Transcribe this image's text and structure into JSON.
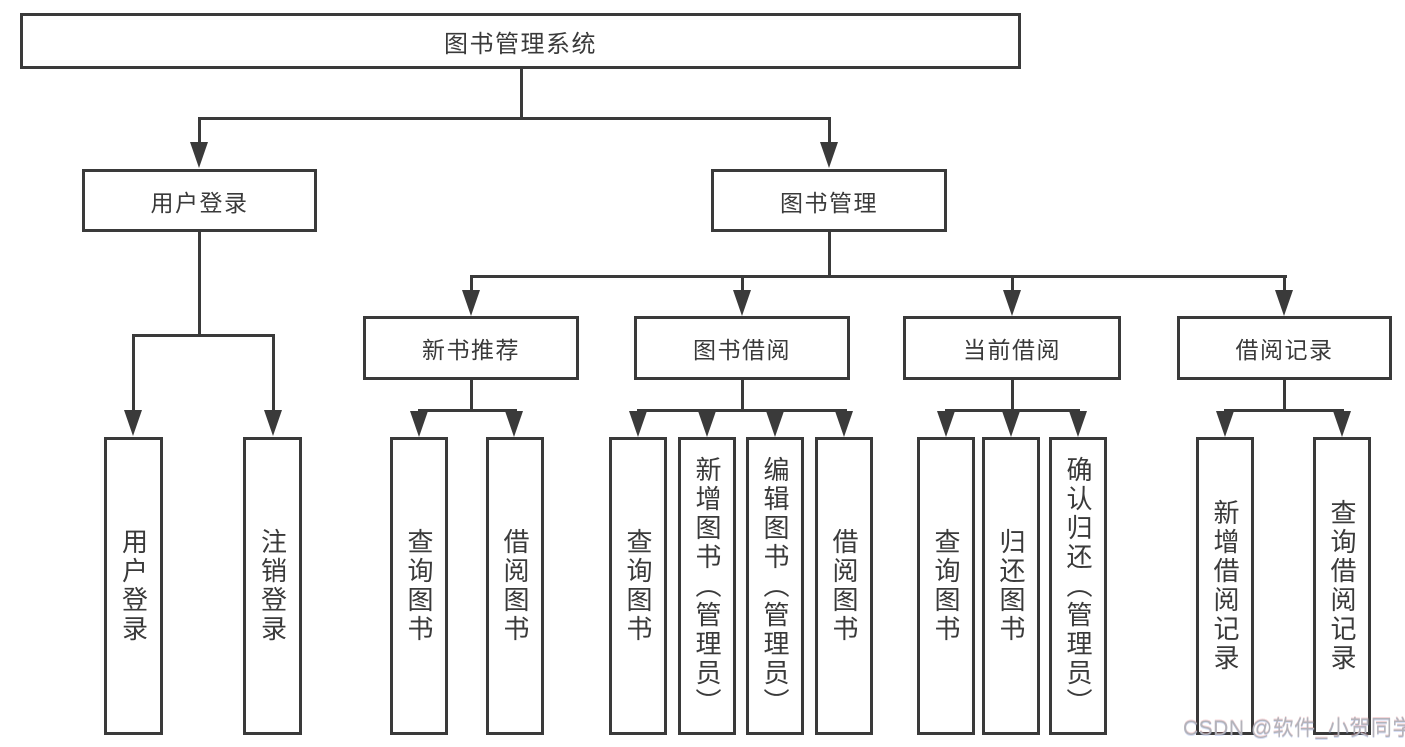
{
  "tree": {
    "root": "图书管理系统",
    "children": [
      {
        "label": "用户登录",
        "children": [
          "用户登录",
          "注销登录"
        ]
      },
      {
        "label": "图书管理",
        "children": [
          {
            "label": "新书推荐",
            "children": [
              "查询图书",
              "借阅图书"
            ]
          },
          {
            "label": "图书借阅",
            "children": [
              "查询图书",
              "新增图书（管理员）",
              "编辑图书（管理员）",
              "借阅图书"
            ]
          },
          {
            "label": "当前借阅",
            "children": [
              "查询图书",
              "归还图书",
              "确认归还（管理员）"
            ]
          },
          {
            "label": "借阅记录",
            "children": [
              "新增借阅记录",
              "查询借阅记录"
            ]
          }
        ]
      }
    ]
  },
  "watermark": {
    "text": "CSDN @软件_小贺同学"
  },
  "colors": {
    "line": "#3a3a3a",
    "text": "#3a3a3a",
    "background": "#ffffff",
    "watermark": "#b3b3ba"
  }
}
